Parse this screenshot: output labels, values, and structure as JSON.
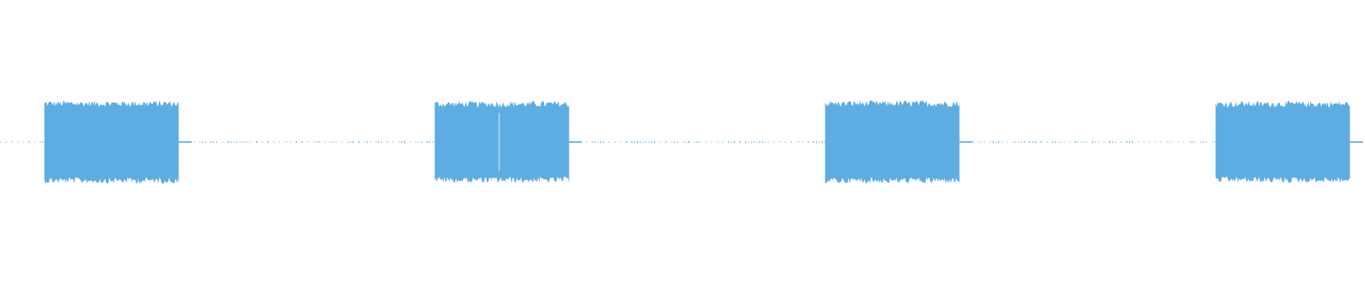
{
  "waveform": {
    "color": "#5dade2",
    "background": "#ffffff",
    "bursts": [
      {
        "start": 0.0325,
        "end": 0.131,
        "amplitude": 0.84
      },
      {
        "start": 0.3185,
        "end": 0.417,
        "amplitude": 0.83
      },
      {
        "start": 0.6045,
        "end": 0.703,
        "amplitude": 0.84
      },
      {
        "start": 0.8905,
        "end": 0.989,
        "amplitude": 0.83
      }
    ],
    "noise_level": 0.015,
    "icons": [
      "audio-waveform"
    ]
  }
}
